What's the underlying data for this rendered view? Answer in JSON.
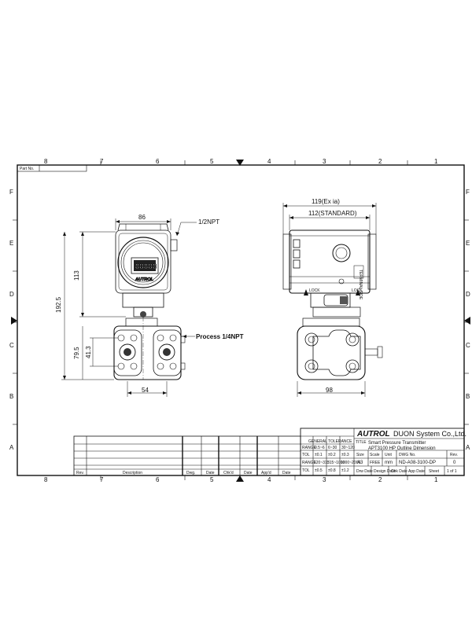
{
  "drawing": {
    "part_no_label": "Part No.",
    "columns": [
      "8",
      "7",
      "6",
      "5",
      "4",
      "3",
      "2",
      "1"
    ],
    "rows_left": [
      "F",
      "E",
      "D",
      "C",
      "B",
      "A"
    ],
    "rows_right": [
      "F",
      "E",
      "D",
      "C",
      "B",
      "A"
    ]
  },
  "front_view": {
    "dim_width": "86",
    "dim_upper_height": "113",
    "dim_total_height": "192.5",
    "dim_lower_height": "79.5",
    "dim_flange_height": "41.3",
    "dim_bottom_width": "54",
    "callout_npt": "1/2NPT",
    "callout_process": "Process 1/4NPT",
    "display_digits": "88888",
    "housing_logo": "AUTROL"
  },
  "side_view": {
    "dim_exia": "119(Ex ia)",
    "dim_standard": "112(STANDARD)",
    "dim_bottom_width": "98",
    "lock_label_left": "LOCK",
    "lock_label_right": "LOCK",
    "terminal_label": "TERMINAL\nSIDE"
  },
  "title_block": {
    "brand": "AUTROL",
    "company": "DUON System Co.,Ltd.",
    "title_label": "TITLE",
    "title_line1": "Smart Pressure Transmitter",
    "title_line2": "APT3100 HP Outline Dimension",
    "general_tolerance": "GENERAL TOLERANCE",
    "tol_range_row1": [
      "RANGE",
      "0.5~6",
      "6~30",
      "30~120"
    ],
    "tol_value_row1": [
      "TOL",
      "±0.1",
      "±0.2",
      "±0.3"
    ],
    "tol_range_row2": [
      "RANGE",
      "120~315",
      "315~1000",
      "1000~2000"
    ],
    "tol_value_row2": [
      "TOL",
      "±0.5",
      "±0.8",
      "±1.2"
    ],
    "size_label": "Size",
    "size_value": "A3",
    "scale_label": "Scale",
    "scale_value": "FREE",
    "unit_label": "Unit",
    "unit_value": "mm",
    "dwg_no_label": "DWG No.",
    "dwg_no_value": "ND-A08-3100-DP",
    "rev_label": "Rev.",
    "rev_value": "0",
    "sheet_label": "Sheet",
    "sheet_value": "1 of 1",
    "sub_cells": [
      "Drw Date",
      "Design Date",
      "Chk Date",
      "App Date"
    ]
  },
  "revision_block": {
    "headers": [
      "Rev.",
      "Description",
      "Dwg.",
      "Date",
      "Chk'd",
      "Date",
      "App'd",
      "Date"
    ]
  }
}
